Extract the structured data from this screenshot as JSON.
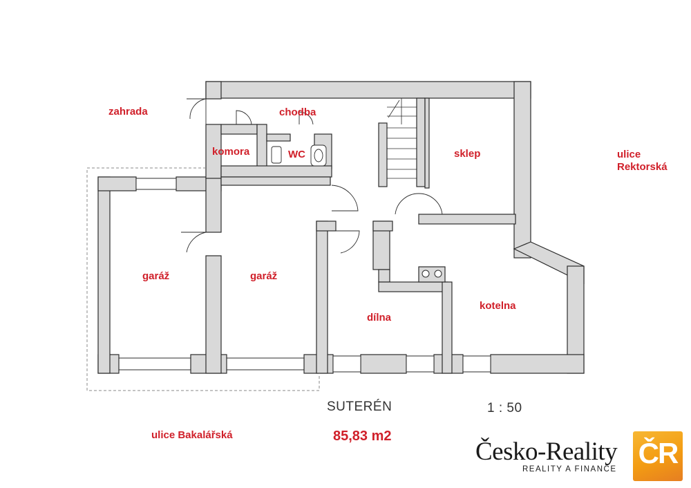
{
  "rooms": {
    "zahrada": "zahrada",
    "chodba": "chodba",
    "komora": "komora",
    "wc": "WC",
    "sklep": "sklep",
    "garaz_left": "garáž",
    "garaz_right": "garáž",
    "dilna": "dílna",
    "kotelna": "kotelna"
  },
  "streets": {
    "rektorska_line1": "ulice",
    "rektorska_line2": "Rektorská",
    "bakalarska": "ulice Bakalářská"
  },
  "plan_info": {
    "floor_name": "SUTERÉN",
    "scale": "1 : 50",
    "area": "85,83 m2"
  },
  "branding": {
    "company": "Česko-Reality",
    "tagline": "REALITY A FINANCE",
    "logo_letters": "ČR"
  },
  "colors": {
    "wall_fill": "#d9d9d9",
    "wall_stroke": "#2b2b2b",
    "label_red": "#d0202a",
    "logo_orange": "#f39c12"
  }
}
